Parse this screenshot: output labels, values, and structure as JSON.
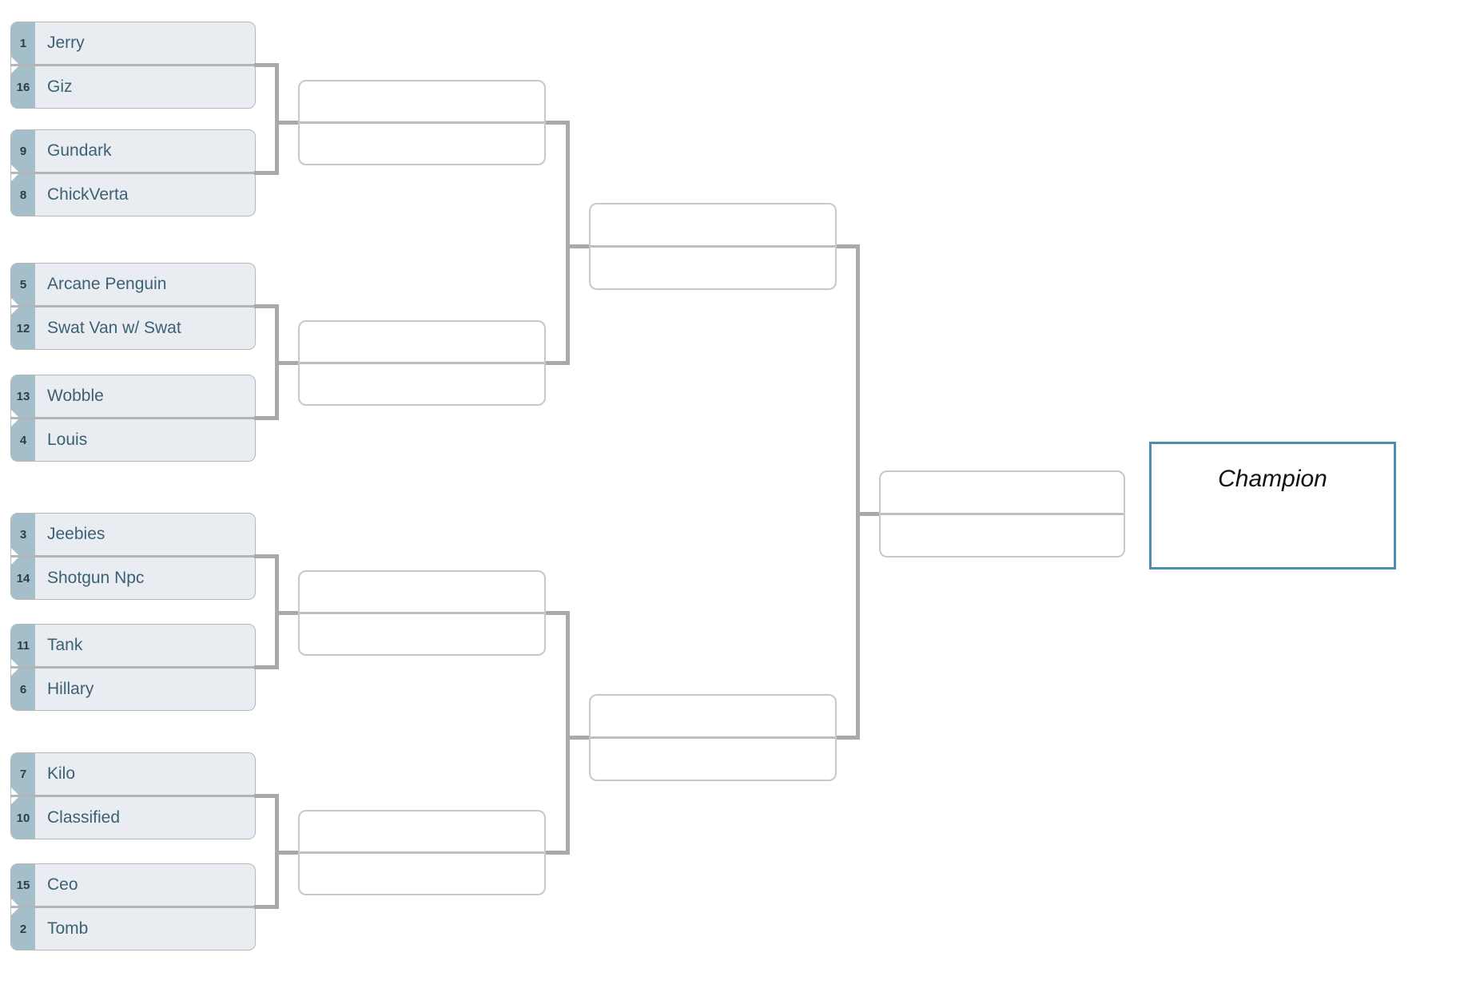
{
  "champion": {
    "label": "Champion"
  },
  "round1": [
    {
      "top": {
        "seed": "1",
        "name": "Jerry"
      },
      "bottom": {
        "seed": "16",
        "name": "Giz"
      }
    },
    {
      "top": {
        "seed": "9",
        "name": "Gundark"
      },
      "bottom": {
        "seed": "8",
        "name": "ChickVerta"
      }
    },
    {
      "top": {
        "seed": "5",
        "name": "Arcane Penguin"
      },
      "bottom": {
        "seed": "12",
        "name": "Swat Van w/ Swat"
      }
    },
    {
      "top": {
        "seed": "13",
        "name": "Wobble"
      },
      "bottom": {
        "seed": "4",
        "name": "Louis"
      }
    },
    {
      "top": {
        "seed": "3",
        "name": "Jeebies"
      },
      "bottom": {
        "seed": "14",
        "name": "Shotgun Npc"
      }
    },
    {
      "top": {
        "seed": "11",
        "name": "Tank"
      },
      "bottom": {
        "seed": "6",
        "name": "Hillary"
      }
    },
    {
      "top": {
        "seed": "7",
        "name": "Kilo"
      },
      "bottom": {
        "seed": "10",
        "name": "Classified"
      }
    },
    {
      "top": {
        "seed": "15",
        "name": "Ceo"
      },
      "bottom": {
        "seed": "2",
        "name": "Tomb"
      }
    }
  ],
  "colors": {
    "row_bg": "#e9edf2",
    "row_border": "#b6b9bb",
    "row_divider": "#b3b6b8",
    "seed_badge": "#a4bfca",
    "seed_text": "#2d3e48",
    "name_text": "#3b6173",
    "connector": "#a9a9a9",
    "empty_border": "#c6c8ca",
    "empty_divider": "#bdbfc1",
    "champion_border": "#4d8fae",
    "champion_text": "#111111"
  }
}
